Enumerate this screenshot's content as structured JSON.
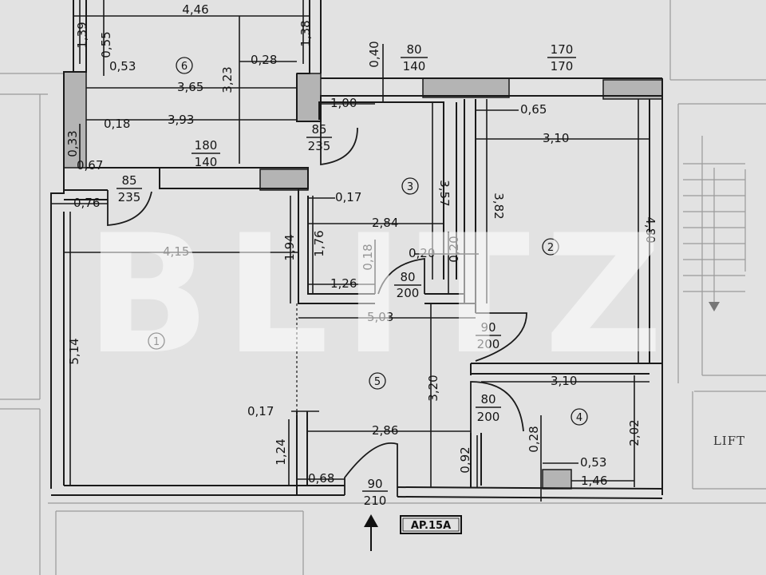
{
  "rooms": [
    {
      "id": "1",
      "label": "1"
    },
    {
      "id": "2",
      "label": "2"
    },
    {
      "id": "3",
      "label": "3"
    },
    {
      "id": "4",
      "label": "4"
    },
    {
      "id": "5",
      "label": "5"
    },
    {
      "id": "6",
      "label": "6"
    }
  ],
  "dimensions": {
    "d4_46": "4,46",
    "d1_39": "1,39",
    "d0_55": "0,55",
    "d1_38": "1,38",
    "d0_53a": "0,53",
    "d3_23": "3,23",
    "d0_28a": "0,28",
    "d3_65": "3,65",
    "d0_40": "0,40",
    "d1_00": "1,00",
    "d0_65": "0,65",
    "d0_18a": "0,18",
    "d3_93": "3,93",
    "d3_10a": "3,10",
    "d0_33": "0,33",
    "d0_67": "0,67",
    "d0_17a": "0,17",
    "d3_57": "3,57",
    "d3_82": "3,82",
    "d0_76": "0,76",
    "d4_80": "4,80",
    "d2_84": "2,84",
    "d1_76": "1,76",
    "d1_94": "1,94",
    "d4_15": "4,15",
    "d0_18b": "0,18",
    "d0_20a": "0,20",
    "d0_20b": "0,20",
    "d1_26": "1,26",
    "d5_03": "5,03",
    "d5_14": "5,14",
    "d3_10b": "3,10",
    "d3_20": "3,20",
    "d0_17b": "0,17",
    "d2_86": "2,86",
    "d1_24": "1,24",
    "d0_28b": "0,28",
    "d2_02": "2,02",
    "d0_92": "0,92",
    "d0_53b": "0,53",
    "d0_68": "0,68",
    "d1_46": "1,46"
  },
  "openings": {
    "o80_140_top": "80",
    "o80_140_bot": "140",
    "o170_top": "170",
    "o170_bot": "170",
    "o85_235a_top": "85",
    "o85_235a_bot": "235",
    "o180_140_top": "180",
    "o180_140_bot": "140",
    "o85_235b_top": "85",
    "o85_235b_bot": "235",
    "o80_200a_top": "80",
    "o80_200a_bot": "200",
    "o90_200_top": "90",
    "o90_200_bot": "200",
    "o80_200b_top": "80",
    "o80_200b_bot": "200",
    "o90_210_top": "90",
    "o90_210_bot": "210"
  },
  "lift_label": "LIFT",
  "apartment_label": "AP.15A",
  "watermark": "BLITZ"
}
